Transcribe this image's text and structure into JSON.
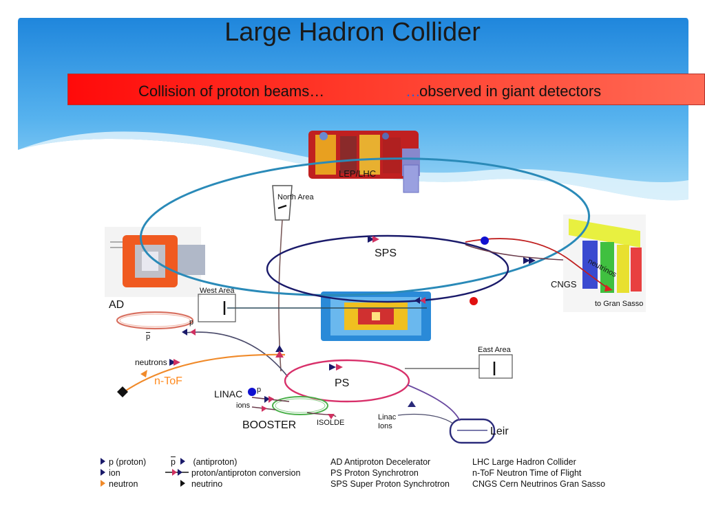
{
  "slide": {
    "title": "Large Hadron Collider",
    "banner_left": "Collision of proton beams…",
    "banner_dots": "…",
    "banner_right": "observed in giant detectors"
  },
  "diagram": {
    "labels": {
      "lep_lhc": "LEP/LHC",
      "north_area": "North Area",
      "sps": "SPS",
      "cngs": "CNGS",
      "neutrinos_tag": "neutrinos",
      "gran_sasso": "to Gran Sasso",
      "west_area": "West Area",
      "ad": "AD",
      "p_small": "p",
      "pbar_small": "p",
      "neutrons": "neutrons",
      "ntof": "n-ToF",
      "east_area": "East Area",
      "ps": "PS",
      "linac": "LINAC",
      "linac_p": "p",
      "ions": "ions",
      "booster": "BOOSTER",
      "isolde": "ISOLDE",
      "linac_ions_1": "Linac",
      "linac_ions_2": "Ions",
      "leir": "Leir"
    }
  },
  "legend": {
    "col1": [
      "p (proton)",
      "ion",
      "neutron"
    ],
    "col2_row1": "p",
    "col2_row1_rest": "(antiproton)",
    "col2": [
      "proton/antiproton conversion",
      "neutrino"
    ],
    "col3": [
      "AD Antiproton Decelerator",
      "PS   Proton Synchrotron",
      "SPS Super Proton Synchrotron"
    ],
    "col4": [
      "LHC Large Hadron Collider",
      "n-ToF Neutron   Time of Flight",
      "CNGS Cern Neutrinos Gran    Sasso"
    ]
  },
  "colors": {
    "sky_top": "#1e7fd6",
    "sky_light": "#7cc6f2",
    "banner_red": "#ff2a1e",
    "lhc_ring": "#2a8ab8",
    "sps_ring": "#1a1a6a",
    "ps_ring": "#d8306a",
    "booster_ring": "#4ab04a",
    "ad_ring": "#d87060",
    "leir_ring": "#2a2a7a",
    "ntof_line": "#f08a2a",
    "proton_dot": "#1010d0",
    "red_dot": "#e01010"
  }
}
